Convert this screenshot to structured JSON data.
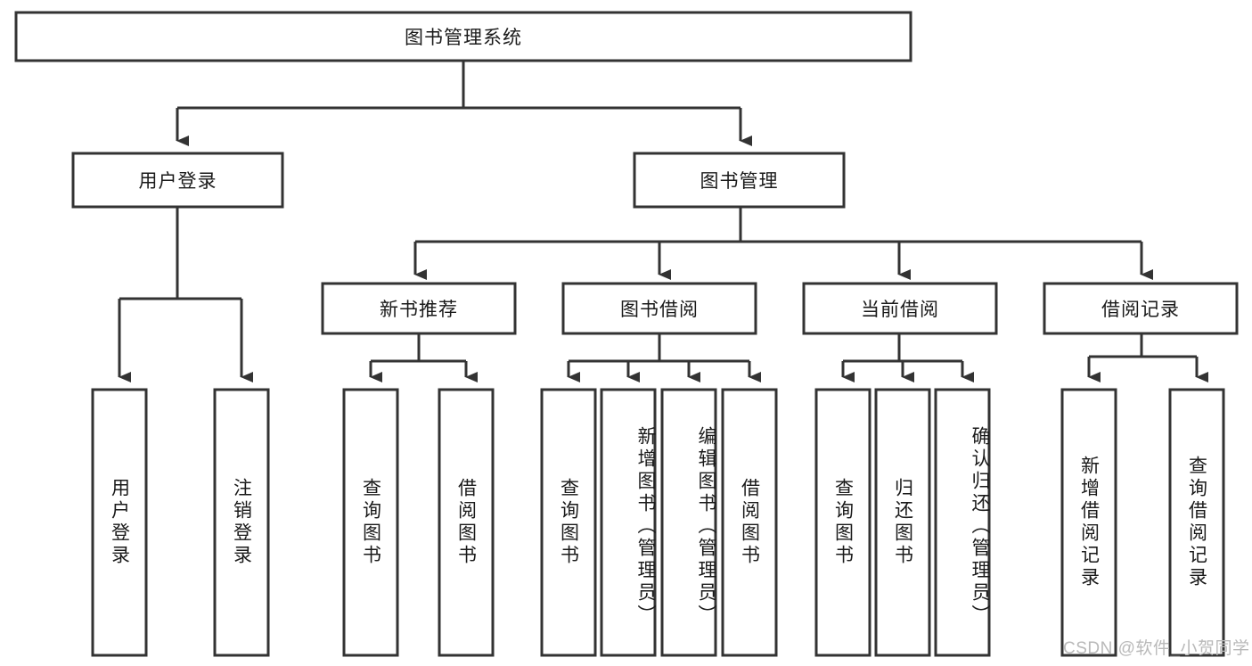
{
  "diagram": {
    "type": "tree",
    "title": "图书管理系统",
    "colors": {
      "stroke": "#333333",
      "fill": "#ffffff",
      "text": "#1a1a1a",
      "background": "#ffffff",
      "watermark": "#b9b9b9"
    },
    "root": {
      "label": "图书管理系统"
    },
    "level2": [
      {
        "label": "用户登录"
      },
      {
        "label": "图书管理"
      }
    ],
    "level3": [
      {
        "label": "新书推荐"
      },
      {
        "label": "图书借阅"
      },
      {
        "label": "当前借阅"
      },
      {
        "label": "借阅记录"
      }
    ],
    "leaves_user_login": [
      {
        "label": "用户登录"
      },
      {
        "label": "注销登录"
      }
    ],
    "leaves_new_book": [
      {
        "label": "查询图书"
      },
      {
        "label": "借阅图书"
      }
    ],
    "leaves_borrow": [
      {
        "label": "查询图书"
      },
      {
        "label": "新增图书（管理员）"
      },
      {
        "label": "编辑图书（管理员）"
      },
      {
        "label": "借阅图书"
      }
    ],
    "leaves_current": [
      {
        "label": "查询图书"
      },
      {
        "label": "归还图书"
      },
      {
        "label": "确认归还（管理员）"
      }
    ],
    "leaves_record": [
      {
        "label": "新增借阅记录"
      },
      {
        "label": "查询借阅记录"
      }
    ],
    "watermark": "CSDN @软件_小贺同学"
  }
}
